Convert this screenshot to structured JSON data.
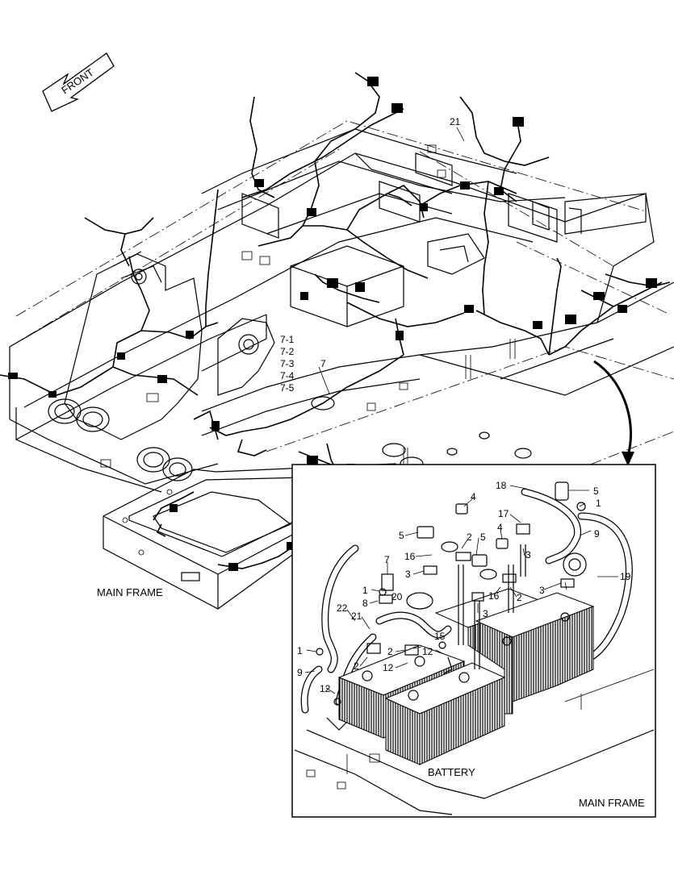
{
  "arrow": {
    "label": "FRONT"
  },
  "captions": {
    "main_frame_upper": "MAIN FRAME",
    "main_frame_lower": "MAIN FRAME",
    "battery": "BATTERY"
  },
  "callouts_main": {
    "c21": "21",
    "c7": "7",
    "c7_1": "7-1",
    "c7_2": "7-2",
    "c7_3": "7-3",
    "c7_4": "7-4",
    "c7_5": "7-5"
  },
  "callouts_inset": {
    "c18": "18",
    "c5a": "5",
    "c1a": "1",
    "c17": "17",
    "c9a": "9",
    "c4a": "4",
    "c5b": "5",
    "c2a": "2",
    "c5c": "5",
    "c4b": "4",
    "c3a": "3",
    "c16a": "16",
    "c19": "19",
    "c7": "7",
    "c3b": "3",
    "c3c": "3",
    "c1b": "1",
    "c16b": "16",
    "c2b": "2",
    "c20": "20",
    "c8": "8",
    "c3d": "3",
    "c22": "22",
    "c21": "21",
    "c15": "15",
    "c1c": "1",
    "c2c": "2",
    "c12a": "12",
    "c2d": "2",
    "c12b": "12",
    "c9b": "9",
    "c12c": "12"
  }
}
